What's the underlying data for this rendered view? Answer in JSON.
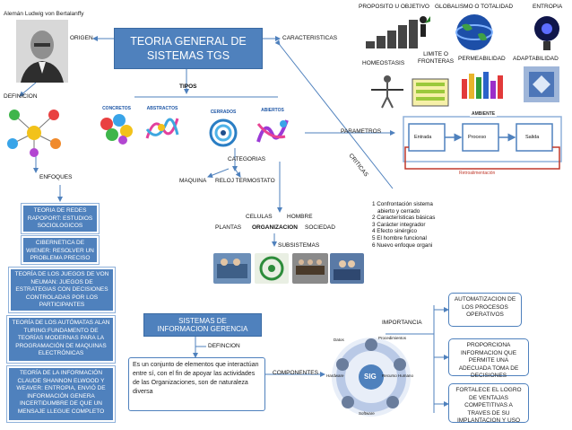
{
  "title": "TEORIA GENERAL DE SISTEMAS TGS",
  "author": "Alemán Ludwig von Bertalanffy",
  "labels": {
    "origen": "ORIGEN",
    "caracteristicas": "CARACTERISTICAS",
    "tipos": "TIPOS",
    "definicion": "DEFINICION",
    "enfoques": "ENFOQUES",
    "categorias": "CATEGORIAS",
    "maquina": "MAQUINA",
    "reloj": "RELOJ TERMOSTATO",
    "parametros": "PARAMETROS",
    "criticas": "CRITICAS",
    "celulas": "CELULAS",
    "hombre": "HOMBRE",
    "plantas": "PLANTAS",
    "organizacion": "ORGANIZACION",
    "sociedad": "SOCIEDAD",
    "subsistemas": "SUBSISTEMAS",
    "definicion2": "DEFINCION",
    "componentes": "COMPONENTES",
    "importancia": "IMPORTANCIA"
  },
  "characteristics": {
    "proposito": "PROPOSITO U OBJETIVO",
    "globalismo": "GLOBALISMO O TOTALIDAD",
    "entropia": "ENTROPIA",
    "homeostasis": "HOMEOSTASIS",
    "limite": "LIMITE O FRONTERAS",
    "permeabilidad": "PERMEABILIDAD",
    "adaptabilidad": "ADAPTABILIDAD"
  },
  "types": [
    "CONCRETOS",
    "ABSTRACTOS",
    "CERRADOS",
    "ABIERTOS"
  ],
  "enfoques": [
    "TEORIA DE REDES RAPOPORT: ESTUDIOS SOCIOLOGICOS",
    "CIBERNETICA DE WIENER: RESOLVER UN PROBLEMA PRECISO",
    "TEORÍA DE LOS JUEGOS DE VON NEUMAN: JUEGOS DE ESTRATEGIAS CON DECISIONES CONTROLADAS POR LOS PARTICIPANTES",
    "TEORÍA DE LOS AUTÓMATAS ALAN TURING:FUNDAMENTO DE TEORÍAS MODERNAS PARA LA PROGRAMACIÓN DE MAQUINAS ELECTRÓNICAS",
    "TEORÍA DE LA INFORMACIÓN CLAUDE SHANNON ELWOOD Y WEAVER: ENTROPIA, ENVIÓ DE INFORMACIÓN GENERA INCERTIDUMBRE DE QUE UN MENSAJE LLEGUE COMPLETO"
  ],
  "diagram": {
    "ambiente": "AMBIENTE",
    "entrada": "Entrada",
    "proceso": "Proceso",
    "salida": "Salida",
    "retro": "Retroalimentación"
  },
  "parametros_list": [
    "1 Confrontación sistema",
    "abierto y cerrado",
    "2 Características básicas",
    "3 Carácter integrador",
    "4 Efecto sinérgico",
    "5 El hombre funcional",
    "6 Nuevo enfoque organi"
  ],
  "sig": {
    "title": "SISTEMAS DE INFORMACION GERENCIA",
    "definition": "Es un conjunto de elementos que interactúan entre sí, con el fin de apoyar las actividades de las Organizaciones, son de naturaleza diversa",
    "center": "SIG",
    "nodes": [
      "Datos",
      "Procedimientos",
      "Recurso Humano",
      "Hardware",
      "Software"
    ]
  },
  "importancia": [
    "AUTOMATIZACION DE LOS PROCESOS OPERATIVOS",
    "PROPORCIONA INFORMACION QUE PERMITE UNA ADECUADA TOMA DE DECISIONES",
    "FORTALECE EL LOGRO DE VENTAJAS COMPETITIVAS A TRAVES DE SU IMPLANTACION Y USO"
  ],
  "colors": {
    "accent": "#4f81bd",
    "arrow": "#4f81bd"
  }
}
